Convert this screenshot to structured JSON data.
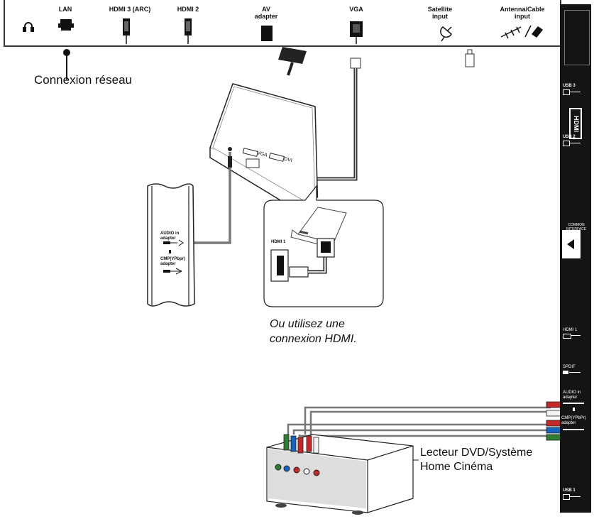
{
  "top_ports": {
    "lan": "LAN",
    "hdmi3": "HDMI 3 (ARC)",
    "hdmi2": "HDMI 2",
    "av_line1": "AV",
    "av_line2": "adapter",
    "vga": "VGA",
    "sat_line1": "Satellite",
    "sat_line2": "input",
    "ant_line1": "Antenna/Cable",
    "ant_line2": "input"
  },
  "callouts": {
    "network": "Connexion réseau",
    "hdmi_note_line1": "Ou utilisez une",
    "hdmi_note_line2": "connexion HDMI.",
    "dvd_line1": "Lecteur DVD/Système",
    "dvd_line2": "Home Cinéma"
  },
  "laptop_ports": {
    "vga": "VGA",
    "dvi": "DVI"
  },
  "inset": {
    "hdmi_label": "HDMI 1"
  },
  "left_panel": {
    "audio_line1": "AUDIO in",
    "audio_line2": "adapter",
    "cmp_line1": "CMP(YPbpr)",
    "cmp_line2": "adapter"
  },
  "side_panel": {
    "usb3": "USB 3",
    "hdmi_logo": "HDMI",
    "usb2": "USB 2",
    "ci_line1": "COMMON",
    "ci_line2": "INTERFACE",
    "hdmi1": "HDMI 1",
    "spdif": "SPDIF",
    "audio_line1": "AUDIO in",
    "audio_line2": "adapter",
    "cmp_line1": "CMP(YPbPr)",
    "cmp_line2": "adapter",
    "usb1": "USB 1"
  },
  "colors": {
    "red": "#c62828",
    "white": "#f2f2f2",
    "green": "#2e7d32",
    "blue": "#1565c0",
    "panel": "#141414",
    "cable": "#777777"
  },
  "icons": [
    "headphone-icon",
    "lan-port-icon",
    "hdmi-port-icon",
    "scart-icon",
    "vga-connector-icon",
    "satellite-icon",
    "antenna-icon",
    "usb-icon",
    "arrow-left-icon"
  ]
}
